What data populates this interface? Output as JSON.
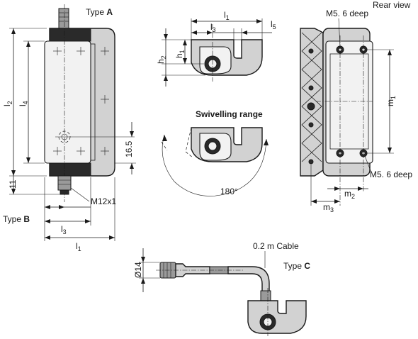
{
  "labels": {
    "type_a_prefix": "Type ",
    "type_a_letter": "A",
    "type_b_prefix": "Type ",
    "type_b_letter": "B",
    "type_c_prefix": "Type ",
    "type_c_letter": "C",
    "rear_view": "Rear view",
    "swivelling_range": "Swivelling range",
    "angle": "180°",
    "thread": "M12x1",
    "cable": "0.2 m Cable",
    "diameter": "Ø14",
    "mount_top": "M5. 6 deep",
    "mount_bottom": "M5. 6 deep",
    "dim_16_5": "16.5",
    "dim_11": "11"
  },
  "dims": {
    "l": "l",
    "h": "h",
    "m": "m",
    "s1": "1",
    "s2": "2",
    "s3": "3",
    "s4": "4",
    "s5": "5"
  }
}
